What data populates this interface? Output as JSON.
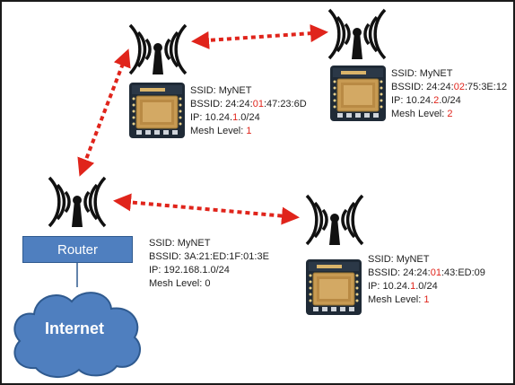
{
  "router": {
    "label": "Router",
    "info": {
      "ssid": "SSID: MyNET",
      "bssid": "BSSID: 3A:21:ED:1F:01:3E",
      "ip": "IP: 192.168.1.0/24",
      "mesh": "Mesh Level: 0"
    }
  },
  "internet": {
    "label": "Internet"
  },
  "nodes": [
    {
      "ssid": "SSID: MyNET",
      "bssid_pre": "BSSID: 24:24:",
      "bssid_hl": "01",
      "bssid_post": ":47:23:6D",
      "ip_pre": "IP: 10.24.",
      "ip_hl": "1",
      "ip_post": ".0/24",
      "mesh_pre": "Mesh Level: ",
      "mesh_hl": "1"
    },
    {
      "ssid": "SSID: MyNET",
      "bssid_pre": "BSSID: 24:24:",
      "bssid_hl": "02",
      "bssid_post": ":75:3E:12",
      "ip_pre": "IP: 10.24.",
      "ip_hl": "2",
      "ip_post": ".0/24",
      "mesh_pre": "Mesh Level: ",
      "mesh_hl": "2"
    },
    {
      "ssid": "SSID: MyNET",
      "bssid_pre": "BSSID: 24:24:",
      "bssid_hl": "01",
      "bssid_post": ":43:ED:09",
      "ip_pre": "IP: 10.24.",
      "ip_hl": "1",
      "ip_post": ".0/24",
      "mesh_pre": "Mesh Level: ",
      "mesh_hl": "1"
    }
  ],
  "colors": {
    "link": "#e0241b",
    "router_fill": "#4f7fbf",
    "cloud_fill": "#4f7fbf",
    "highlight": "#e0241b",
    "board": "#1f2a36",
    "chip": "#c79a52"
  },
  "icons": [
    "antenna-icon",
    "wifi-signal-icon",
    "esp-board-icon",
    "cloud-icon"
  ]
}
